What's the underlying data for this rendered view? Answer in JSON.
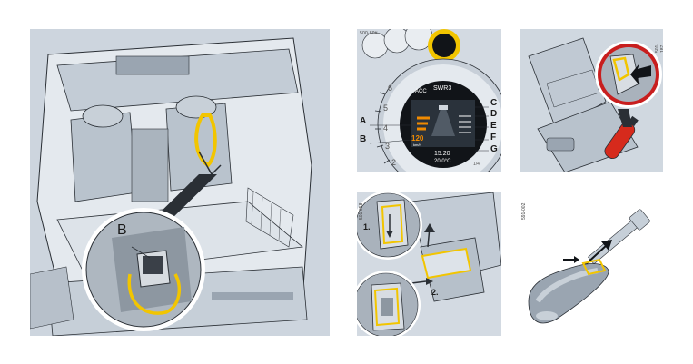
{
  "figures": {
    "trunk": {
      "callout": "B"
    },
    "cluster": {
      "code": "500-80#",
      "display": {
        "title": "SWR3",
        "function": "ACC",
        "speed_value": "120",
        "speed_unit": "km/h",
        "time": "15:20",
        "temperature": "20.0°C",
        "fuel_marks": "1/4"
      },
      "callouts_left": [
        "A",
        "B"
      ],
      "callouts_right": [
        "C",
        "D",
        "E",
        "F",
        "G"
      ],
      "gauge_numbers": [
        "6",
        "5",
        "4",
        "3",
        "2"
      ]
    },
    "seat": {
      "code": "501-187"
    },
    "console": {
      "code": "501-058",
      "steps": [
        "1.",
        "2."
      ]
    },
    "key": {
      "code": "591-002"
    }
  },
  "colors": {
    "highlight": "#f2c500",
    "extinguisher": "#d62a1c",
    "background": "#d6dde5",
    "line": "#2a2f35",
    "callout_ring": "#c81e1e",
    "display_bg": "#111418",
    "display_speed": "#f08a00"
  }
}
